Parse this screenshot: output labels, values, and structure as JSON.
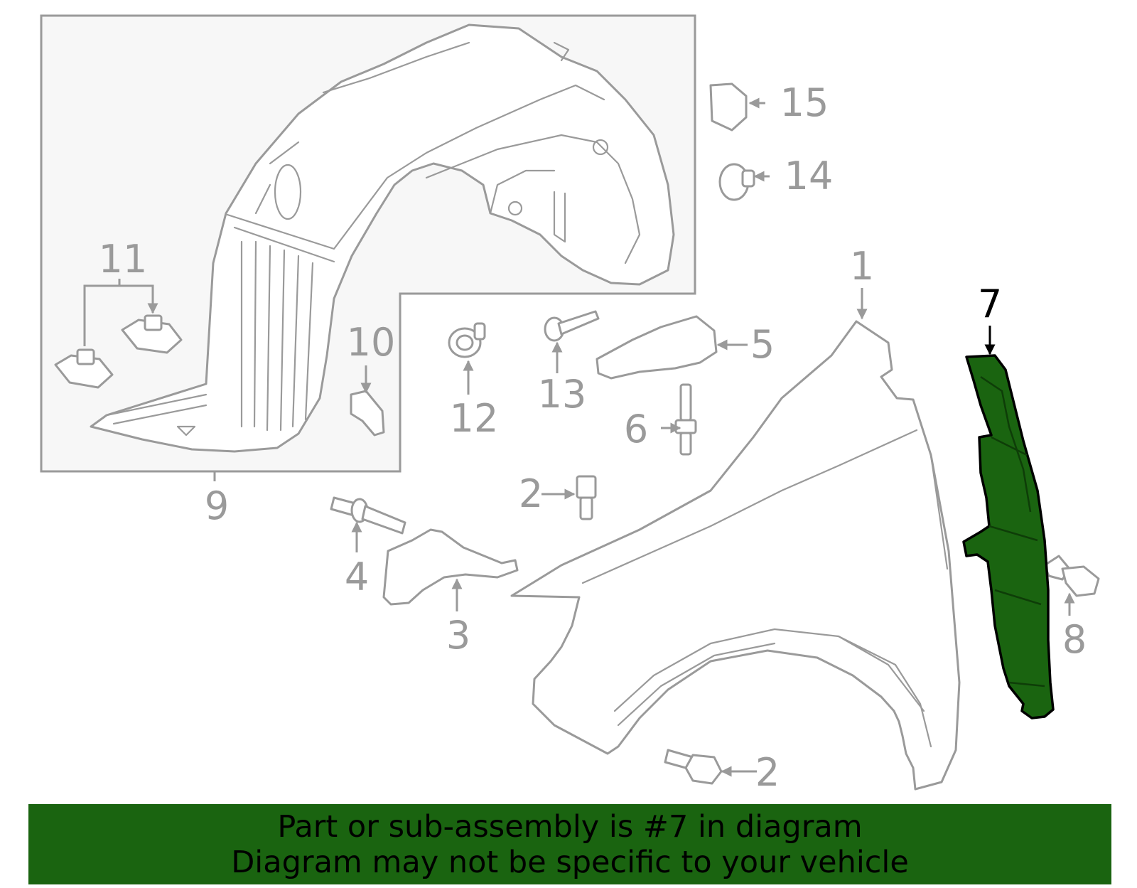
{
  "diagram": {
    "highlight_color": "#1a6410",
    "highlighted_part": "7",
    "callouts": [
      {
        "id": "c1",
        "label": "1"
      },
      {
        "id": "c2a",
        "label": "2"
      },
      {
        "id": "c2b",
        "label": "2"
      },
      {
        "id": "c3",
        "label": "3"
      },
      {
        "id": "c4",
        "label": "4"
      },
      {
        "id": "c5",
        "label": "5"
      },
      {
        "id": "c6",
        "label": "6"
      },
      {
        "id": "c7",
        "label": "7"
      },
      {
        "id": "c8",
        "label": "8"
      },
      {
        "id": "c9",
        "label": "9"
      },
      {
        "id": "c10",
        "label": "10"
      },
      {
        "id": "c11",
        "label": "11"
      },
      {
        "id": "c12",
        "label": "12"
      },
      {
        "id": "c13",
        "label": "13"
      },
      {
        "id": "c14",
        "label": "14"
      },
      {
        "id": "c15",
        "label": "15"
      }
    ]
  },
  "banner": {
    "line1": "Part or sub-assembly is #7 in diagram",
    "line2": "Diagram may not be specific to your vehicle",
    "background": "#1a6410"
  }
}
